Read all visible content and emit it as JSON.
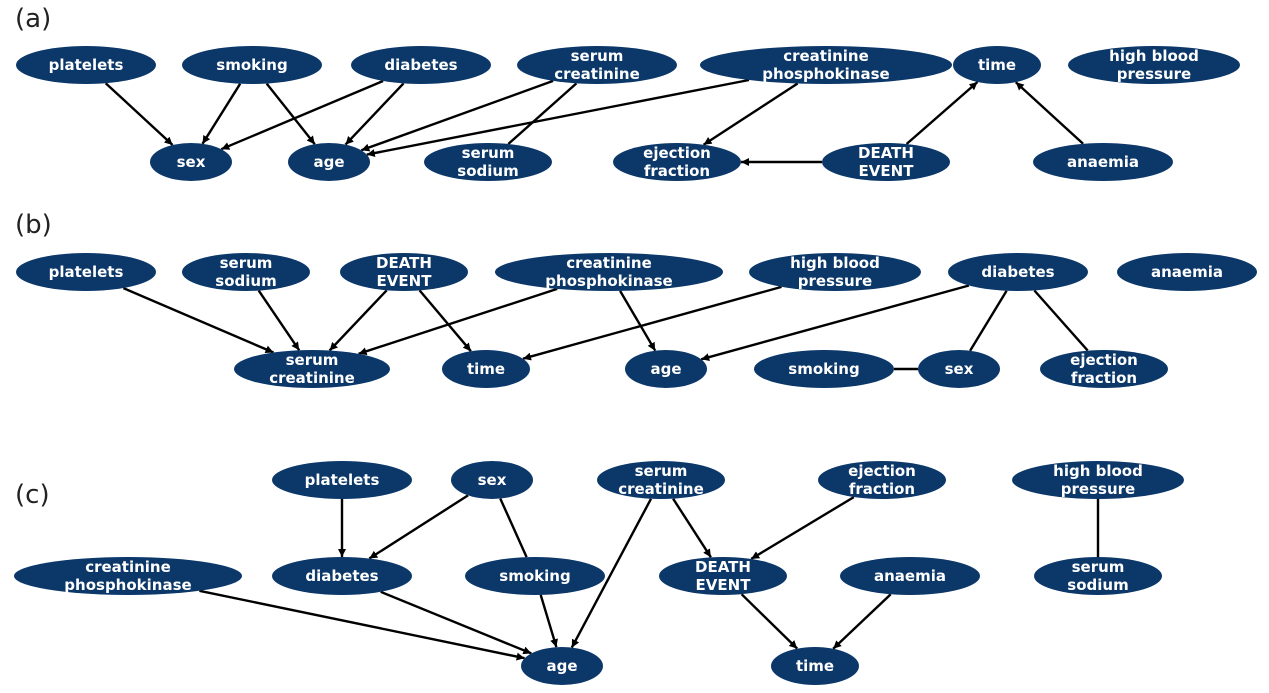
{
  "colors": {
    "node_fill": "#0b3769",
    "node_text": "#ffffff",
    "edge": "#000000",
    "panel_label": "#222222"
  },
  "panels": [
    {
      "id": "a",
      "label": "(a)",
      "nodes": [
        {
          "id": "platelets",
          "label": [
            "platelets"
          ]
        },
        {
          "id": "smoking",
          "label": [
            "smoking"
          ]
        },
        {
          "id": "diabetes",
          "label": [
            "diabetes"
          ]
        },
        {
          "id": "serum_creatinine",
          "label": [
            "serum",
            "creatinine"
          ]
        },
        {
          "id": "cpk",
          "label": [
            "creatinine",
            "phosphokinase"
          ]
        },
        {
          "id": "time",
          "label": [
            "time"
          ]
        },
        {
          "id": "hbp",
          "label": [
            "high blood",
            "pressure"
          ]
        },
        {
          "id": "sex",
          "label": [
            "sex"
          ]
        },
        {
          "id": "age",
          "label": [
            "age"
          ]
        },
        {
          "id": "serum_sodium",
          "label": [
            "serum",
            "sodium"
          ]
        },
        {
          "id": "ejection",
          "label": [
            "ejection",
            "fraction"
          ]
        },
        {
          "id": "death",
          "label": [
            "DEATH",
            "EVENT"
          ]
        },
        {
          "id": "anaemia",
          "label": [
            "anaemia"
          ]
        }
      ],
      "edges": [
        {
          "from": "platelets",
          "to": "sex",
          "directed": true
        },
        {
          "from": "smoking",
          "to": "sex",
          "directed": true
        },
        {
          "from": "smoking",
          "to": "age",
          "directed": true
        },
        {
          "from": "diabetes",
          "to": "sex",
          "directed": true
        },
        {
          "from": "diabetes",
          "to": "age",
          "directed": true
        },
        {
          "from": "serum_creatinine",
          "to": "age",
          "directed": true
        },
        {
          "from": "serum_creatinine",
          "to": "serum_sodium",
          "directed": false
        },
        {
          "from": "cpk",
          "to": "age",
          "directed": true
        },
        {
          "from": "cpk",
          "to": "ejection",
          "directed": true
        },
        {
          "from": "death",
          "to": "ejection",
          "directed": true
        },
        {
          "from": "death",
          "to": "time",
          "directed": true
        },
        {
          "from": "anaemia",
          "to": "time",
          "directed": true
        }
      ]
    },
    {
      "id": "b",
      "label": "(b)",
      "nodes": [
        {
          "id": "platelets",
          "label": [
            "platelets"
          ]
        },
        {
          "id": "serum_sodium",
          "label": [
            "serum",
            "sodium"
          ]
        },
        {
          "id": "death",
          "label": [
            "DEATH",
            "EVENT"
          ]
        },
        {
          "id": "cpk",
          "label": [
            "creatinine",
            "phosphokinase"
          ]
        },
        {
          "id": "hbp",
          "label": [
            "high blood",
            "pressure"
          ]
        },
        {
          "id": "diabetes",
          "label": [
            "diabetes"
          ]
        },
        {
          "id": "anaemia",
          "label": [
            "anaemia"
          ]
        },
        {
          "id": "serum_creatinine",
          "label": [
            "serum",
            "creatinine"
          ]
        },
        {
          "id": "time",
          "label": [
            "time"
          ]
        },
        {
          "id": "age",
          "label": [
            "age"
          ]
        },
        {
          "id": "smoking",
          "label": [
            "smoking"
          ]
        },
        {
          "id": "sex",
          "label": [
            "sex"
          ]
        },
        {
          "id": "ejection",
          "label": [
            "ejection",
            "fraction"
          ]
        }
      ],
      "edges": [
        {
          "from": "platelets",
          "to": "serum_creatinine",
          "directed": true
        },
        {
          "from": "serum_sodium",
          "to": "serum_creatinine",
          "directed": true
        },
        {
          "from": "death",
          "to": "serum_creatinine",
          "directed": true
        },
        {
          "from": "death",
          "to": "time",
          "directed": true
        },
        {
          "from": "cpk",
          "to": "serum_creatinine",
          "directed": true
        },
        {
          "from": "cpk",
          "to": "age",
          "directed": true
        },
        {
          "from": "hbp",
          "to": "time",
          "directed": true
        },
        {
          "from": "diabetes",
          "to": "age",
          "directed": true
        },
        {
          "from": "diabetes",
          "to": "sex",
          "directed": false
        },
        {
          "from": "diabetes",
          "to": "ejection",
          "directed": false
        },
        {
          "from": "smoking",
          "to": "sex",
          "directed": false
        }
      ]
    },
    {
      "id": "c",
      "label": "(c)",
      "nodes": [
        {
          "id": "platelets",
          "label": [
            "platelets"
          ]
        },
        {
          "id": "sex",
          "label": [
            "sex"
          ]
        },
        {
          "id": "serum_creatinine",
          "label": [
            "serum",
            "creatinine"
          ]
        },
        {
          "id": "ejection",
          "label": [
            "ejection",
            "fraction"
          ]
        },
        {
          "id": "hbp",
          "label": [
            "high blood",
            "pressure"
          ]
        },
        {
          "id": "cpk",
          "label": [
            "creatinine",
            "phosphokinase"
          ]
        },
        {
          "id": "diabetes",
          "label": [
            "diabetes"
          ]
        },
        {
          "id": "smoking",
          "label": [
            "smoking"
          ]
        },
        {
          "id": "death",
          "label": [
            "DEATH",
            "EVENT"
          ]
        },
        {
          "id": "anaemia",
          "label": [
            "anaemia"
          ]
        },
        {
          "id": "serum_sodium",
          "label": [
            "serum",
            "sodium"
          ]
        },
        {
          "id": "age",
          "label": [
            "age"
          ]
        },
        {
          "id": "time",
          "label": [
            "time"
          ]
        }
      ],
      "edges": [
        {
          "from": "platelets",
          "to": "diabetes",
          "directed": true
        },
        {
          "from": "sex",
          "to": "diabetes",
          "directed": true
        },
        {
          "from": "sex",
          "to": "smoking",
          "directed": false
        },
        {
          "from": "smoking",
          "to": "age",
          "directed": true
        },
        {
          "from": "diabetes",
          "to": "age",
          "directed": true
        },
        {
          "from": "cpk",
          "to": "age",
          "directed": true
        },
        {
          "from": "serum_creatinine",
          "to": "age",
          "directed": true
        },
        {
          "from": "serum_creatinine",
          "to": "death",
          "directed": true
        },
        {
          "from": "ejection",
          "to": "death",
          "directed": true
        },
        {
          "from": "death",
          "to": "time",
          "directed": true
        },
        {
          "from": "anaemia",
          "to": "time",
          "directed": true
        },
        {
          "from": "hbp",
          "to": "serum_sodium",
          "directed": false
        }
      ]
    }
  ]
}
